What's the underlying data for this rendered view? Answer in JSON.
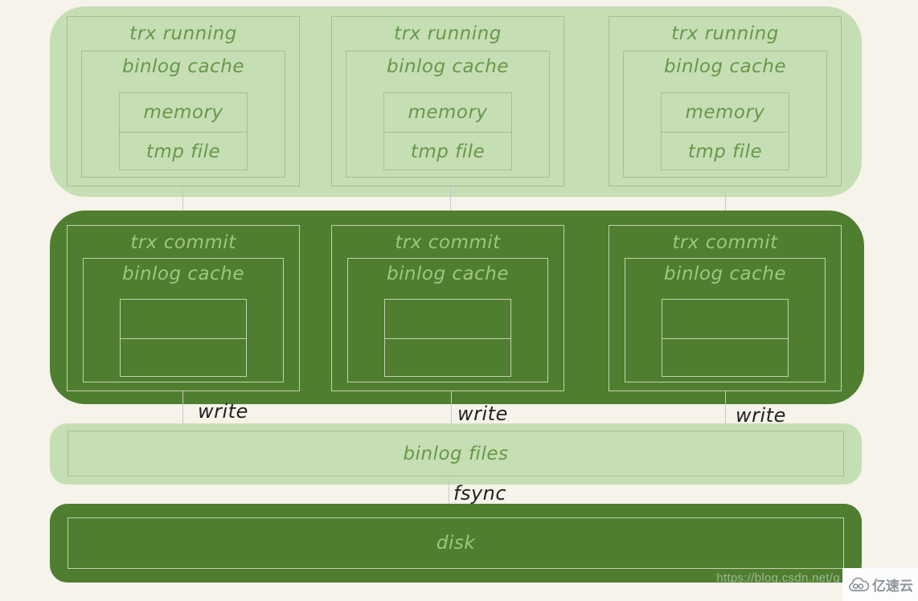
{
  "diagram": {
    "top_row": {
      "columns": [
        {
          "title": "trx running",
          "cache_title": "binlog cache",
          "cells": [
            "memory",
            "tmp file"
          ]
        },
        {
          "title": "trx running",
          "cache_title": "binlog cache",
          "cells": [
            "memory",
            "tmp file"
          ]
        },
        {
          "title": "trx running",
          "cache_title": "binlog cache",
          "cells": [
            "memory",
            "tmp file"
          ]
        }
      ]
    },
    "commit_row": {
      "columns": [
        {
          "title": "trx commit",
          "cache_title": "binlog cache"
        },
        {
          "title": "trx commit",
          "cache_title": "binlog cache"
        },
        {
          "title": "trx commit",
          "cache_title": "binlog cache"
        }
      ]
    },
    "write_labels": [
      "write",
      "write",
      "write"
    ],
    "fsync_label": "fsync",
    "binlog_files_label": "binlog files",
    "disk_label": "disk"
  },
  "watermark": "https://blog.csdn.net/q",
  "logo": {
    "name": "亿速云",
    "icon": "cloud-icon"
  },
  "colors": {
    "background": "#f5f3ea",
    "light_green": "#c6deb3",
    "dark_green": "#4f7e31",
    "text_on_light": "#67984a",
    "text_on_dark": "#9fc681",
    "flow_label_text": "#222222",
    "arrow_gray": "#a0ab9c"
  }
}
